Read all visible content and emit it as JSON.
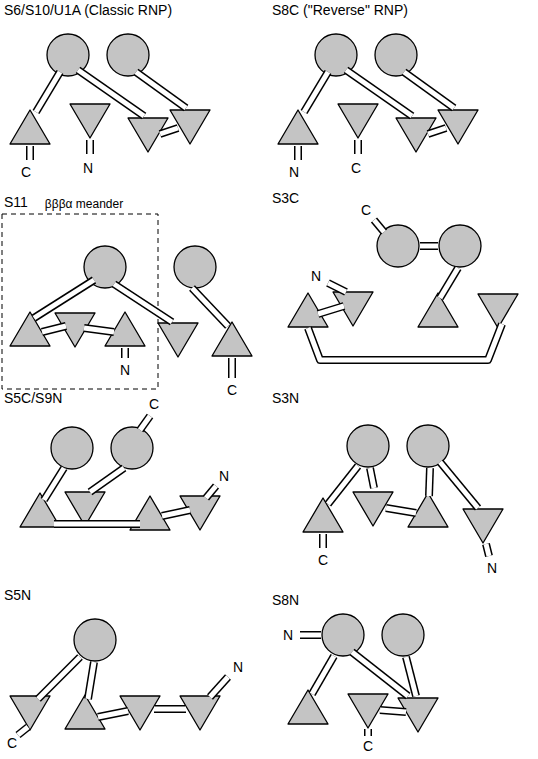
{
  "diagram": {
    "labels": [
      "S6/S10/U1A (Classic RNP)",
      "C",
      "N",
      "S8C (\"Reverse\" RNP)",
      "N",
      "C",
      "S11",
      "βββα meander",
      "N",
      "C",
      "S3C",
      "C",
      "N",
      "S5C/S9N",
      "C",
      "N",
      "S3N",
      "C",
      "N",
      "S5N",
      "C",
      "N",
      "S8N",
      "N",
      "C"
    ]
  }
}
